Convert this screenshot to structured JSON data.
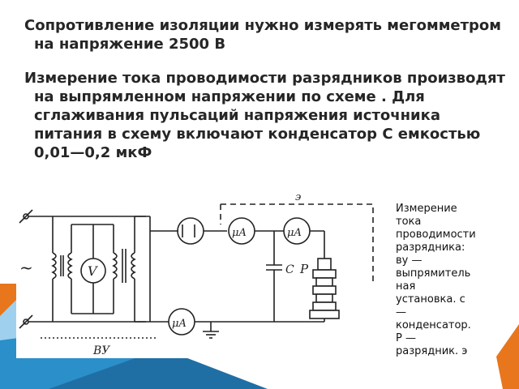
{
  "slide": {
    "paragraph_1": "Сопротивление изоляции нужно измерять мегомметром на напряжение 2500 В",
    "paragraph_2": "Измерение тока проводимости разрядников производят на выпрямленном напряжении по схеме . Для сглаживания пульсаций напряжения источника питания в схему включают конденсатор С емкостью 0,01—0,2 мкФ",
    "caption_lines": [
      "Измерение",
      "тока",
      "проводимости",
      "разрядника:",
      "ву —",
      "выпрямитель",
      "ная",
      "установка. с",
      "—",
      "конденсатор.",
      "Р —",
      "разрядник. э"
    ]
  },
  "diagram": {
    "labels": {
      "voltmeter": "V",
      "microammeter": "μA",
      "capacitor": "C",
      "arrester": "P",
      "rectifier": "ВУ",
      "screen": "э",
      "ac_source": "~"
    }
  },
  "colors": {
    "accent_blue": "#2b8fc9",
    "accent_orange": "#e8761d",
    "accent_light_blue": "#9fd1ee",
    "text": "#262626"
  }
}
